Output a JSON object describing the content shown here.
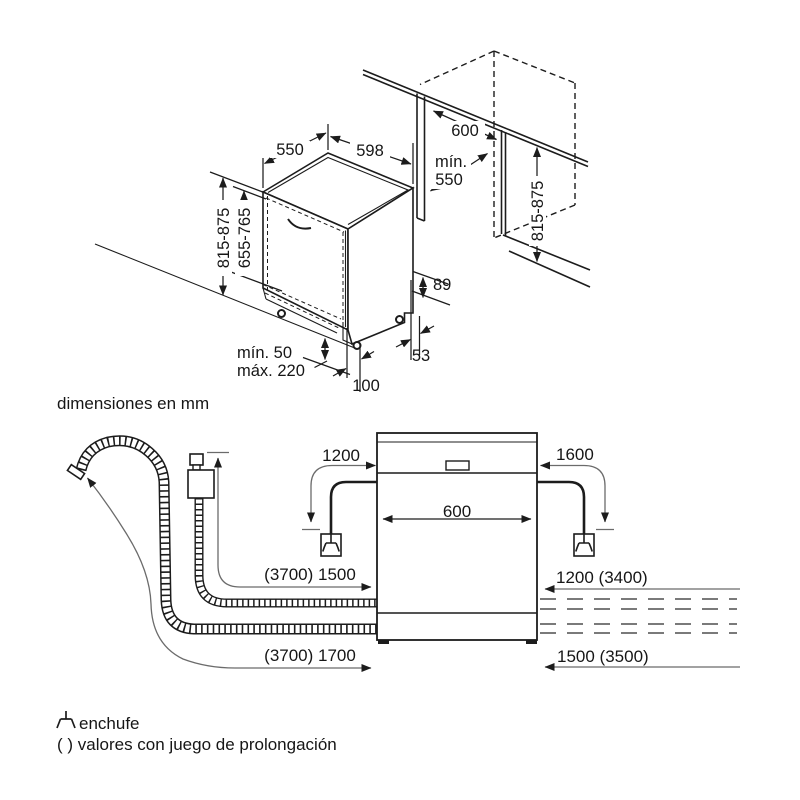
{
  "title": "dimensiones en mm",
  "top_diagram": {
    "description": "isometric built-under dishwasher niche installation",
    "dims": {
      "top_depth": "550",
      "appliance_width": "598",
      "niche_width": "600",
      "niche_depth_l1": "mín.",
      "niche_depth_l2": "550",
      "appliance_height": "815-875",
      "door_height": "655-765",
      "niche_height": "815-875",
      "rear_clearance": "89",
      "rear_foot_offset": "53",
      "plinth_min": "mín. 50",
      "plinth_max": "máx. 220",
      "front_foot_offset": "100"
    }
  },
  "bottom_diagram": {
    "description": "front view with hose and cable lengths",
    "dims": {
      "appliance_width": "600",
      "cable_left": "1200",
      "cable_right": "1600",
      "supply_hose_left": "(3700) 1500",
      "drain_hose_left": "(3700) 1700",
      "supply_hose_right": "1200 (3400)",
      "drain_hose_right": "1500 (3500)"
    }
  },
  "legend": {
    "plug_label": "enchufe",
    "parentheses_label": "( ) valores con juego de prolongación"
  },
  "colors": {
    "line": "#1c1c1c",
    "leader": "#6b6b6b",
    "background": "#ffffff"
  }
}
